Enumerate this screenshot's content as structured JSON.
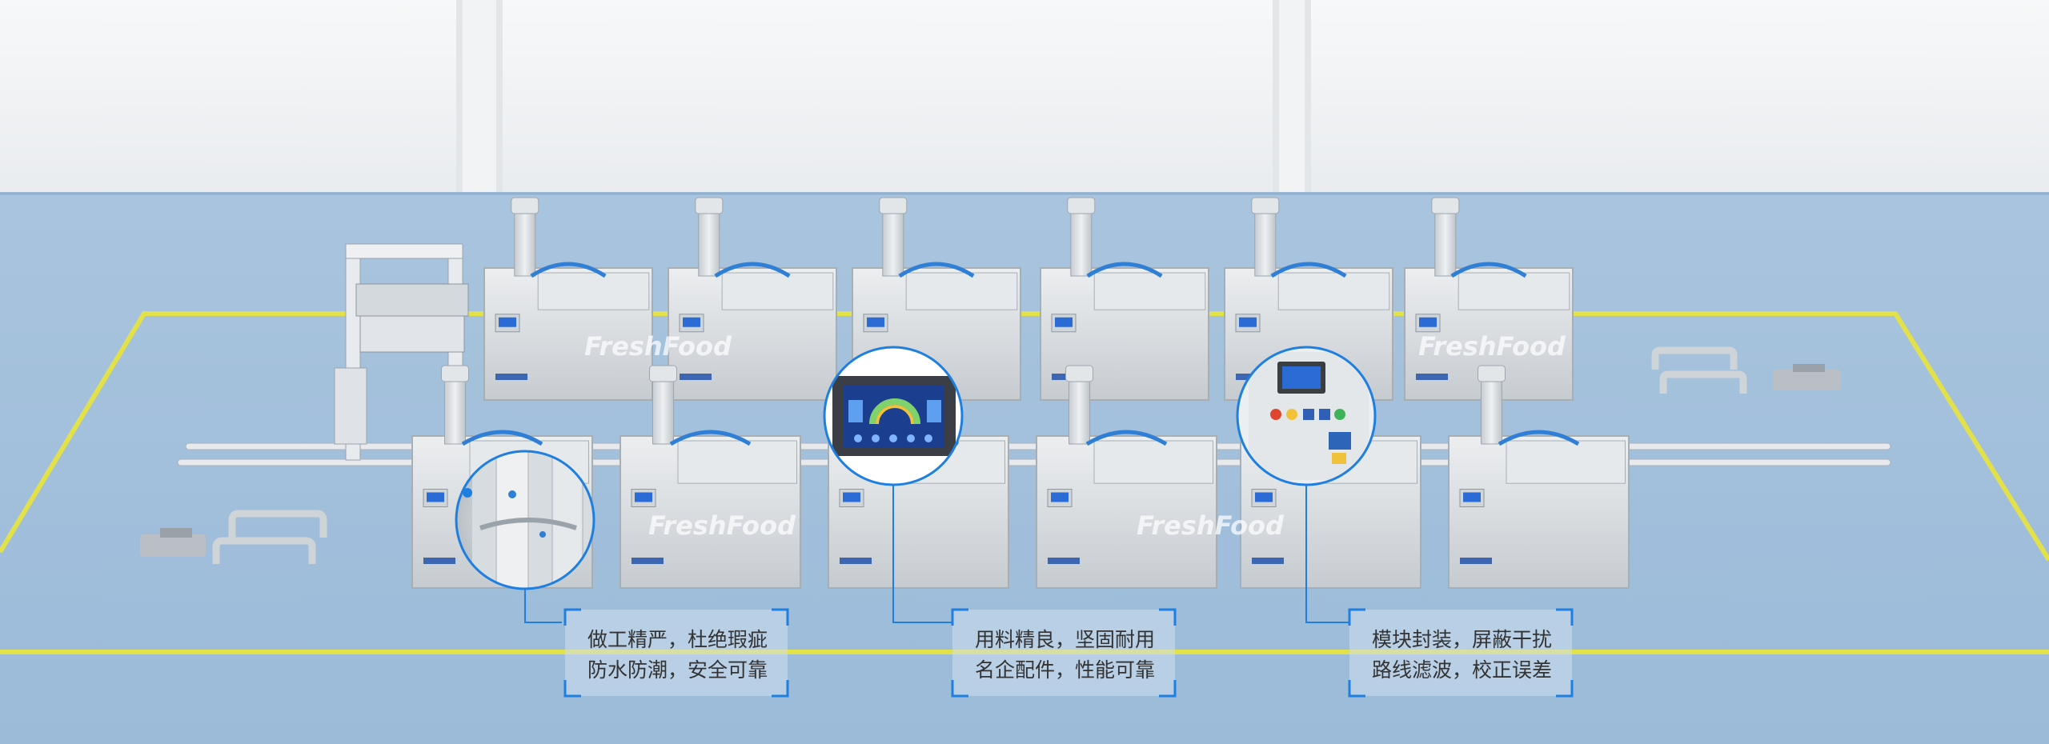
{
  "watermark_text": "FreshFood",
  "colors": {
    "wall": "#f2f4f6",
    "floor": "#9fbfdc",
    "floor_line": "#e4e24a",
    "callout_blue": "#1f7fe0",
    "machine_steel": "#d9dde1",
    "hose_blue": "#2f7fd6"
  },
  "callouts": [
    {
      "line1": "做工精严，杜绝瑕疵",
      "line2": "防水防潮，安全可靠"
    },
    {
      "line1": "用料精良，坚固耐用",
      "line2": "名企配件，性能可靠"
    },
    {
      "line1": "模块封装，屏蔽干扰",
      "line2": "路线滤波，校正误差"
    }
  ]
}
